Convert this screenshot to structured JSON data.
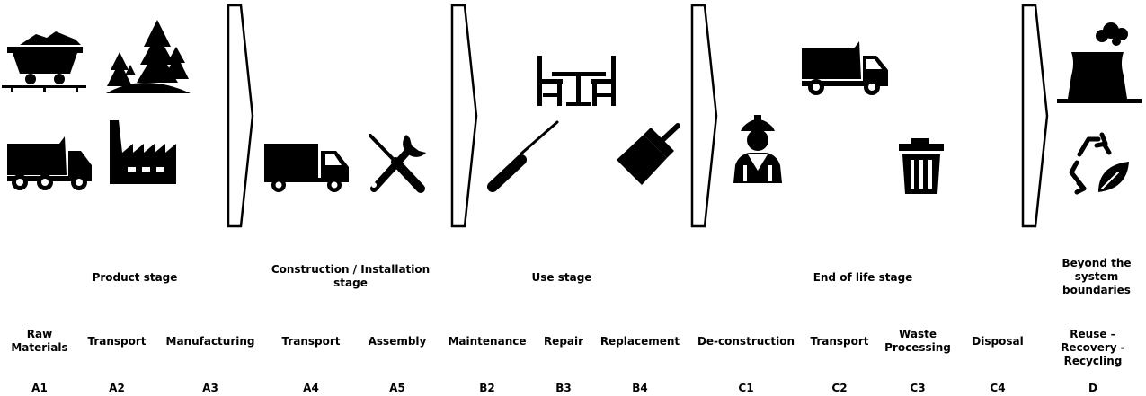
{
  "colors": {
    "ink": "#000000",
    "background": "#ffffff"
  },
  "stages": [
    {
      "label": "Product stage"
    },
    {
      "label": "Construction / Installation stage"
    },
    {
      "label": "Use stage"
    },
    {
      "label": "End of life stage"
    },
    {
      "label": "Beyond the system boundaries"
    }
  ],
  "modules": [
    {
      "name": "Raw Materials",
      "code": "A1",
      "icon": "coal-cart-icon"
    },
    {
      "name": "Transport",
      "code": "A2",
      "icon": "dump-truck-icon"
    },
    {
      "name": "Manufacturing",
      "code": "A3",
      "icon": "factory-icon"
    },
    {
      "name": "Transport",
      "code": "A4",
      "icon": "box-truck-icon"
    },
    {
      "name": "Assembly",
      "code": "A5",
      "icon": "tools-icon"
    },
    {
      "name": "Maintenance",
      "code": "B2",
      "icon": "screwdriver-icon"
    },
    {
      "name": "Repair",
      "code": "B3",
      "icon": "furniture-icon"
    },
    {
      "name": "Replacement",
      "code": "B4",
      "icon": "paint-brush-icon"
    },
    {
      "name": "De-construction",
      "code": "C1",
      "icon": "worker-icon"
    },
    {
      "name": "Transport",
      "code": "C2",
      "icon": "dump-truck-icon"
    },
    {
      "name": "Waste Processing",
      "code": "C3",
      "icon": "trash-bin-icon"
    },
    {
      "name": "Disposal",
      "code": "C4",
      "icon": ""
    },
    {
      "name": "Reuse – Recovery - Recycling",
      "code": "D",
      "icon": "recycle-leaf-icon"
    }
  ]
}
